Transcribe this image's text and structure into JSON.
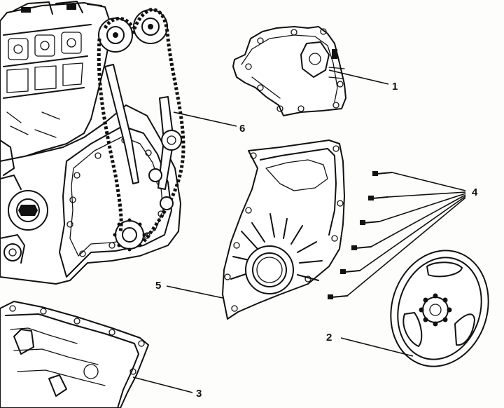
{
  "callouts": {
    "c1": "1",
    "c2": "2",
    "c3": "3",
    "c4": "4",
    "c5": "5",
    "c6": "6"
  },
  "colors": {
    "ink": "#111111",
    "paper": "#ffffff"
  }
}
